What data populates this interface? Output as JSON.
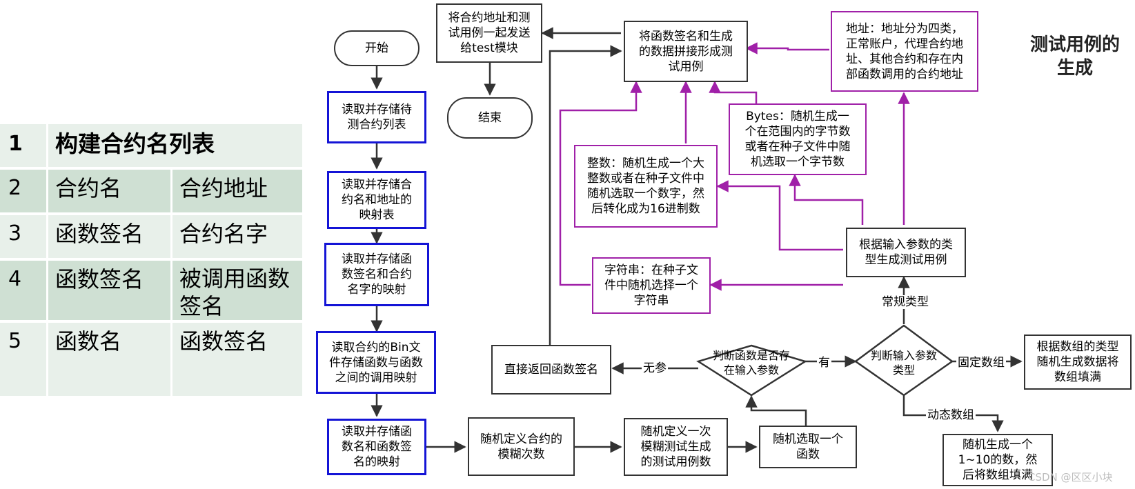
{
  "table": {
    "header": {
      "num": "1",
      "title": "构建合约名列表"
    },
    "rows": [
      {
        "num": "2",
        "a": "合约名",
        "b": "合约地址"
      },
      {
        "num": "3",
        "a": "函数签名",
        "b": "合约名字"
      },
      {
        "num": "4",
        "a": "函数签名",
        "b": "被调用函数签名"
      },
      {
        "num": "5",
        "a": "函数名",
        "b": "函数签名"
      }
    ],
    "colors": {
      "light": "#e8f0ea",
      "dark": "#cfe0d3"
    }
  },
  "flow": {
    "start": "开始",
    "end": "结束",
    "step1": "读取并存储待\n测合约列表",
    "step2": "读取并存储合\n约名和地址的\n映射表",
    "step3": "读取并存储函\n数签名和合约\n名字的映射",
    "step4": "读取合约的Bin文\n件存储函数与函数\n之间的调用映射",
    "step5": "读取并存储函\n数名和函数签\n名的映射",
    "fuzz_times": "随机定义合约的\n模糊次数",
    "testcase_count": "随机定义一次\n模糊测试生成\n的测试用例数",
    "pick_function": "随机选取一个\n函数",
    "has_params": "判断函数是否存\n在输入参数",
    "direct_return": "直接返回函数签名",
    "param_type": "判断输入参数\n类型",
    "array_fixed": "根据数组的类型\n随机生成数据将\n数组填满",
    "array_dynamic": "随机生成一个\n1~10的数，然\n后将数组填满",
    "gen_by_type": "根据输入参数的类\n型生成测试用例",
    "string_gen": "字符串：在种子文\n件中随机选择一个\n字符串",
    "integer_gen": "整数：随机生成一个大\n整数或者在种子文件中\n随机选取一个数字，然\n后转化成为16进制数",
    "bytes_gen": "Bytes：随机生成一\n个在范围内的字节数\n或者在种子文件中随\n机选取一个字节数",
    "address_gen": "地址：地址分为四类，\n正常账户，代理合约地\n址、其他合约和存在内\n部函数调用的合约地址",
    "concat": "将函数签名和生成\n的数据拼接形成测\n试用例",
    "send": "将合约地址和测\n试用例一起发送\n给test模块"
  },
  "edge_labels": {
    "no_params": "无参",
    "has": "有",
    "regular": "常规类型",
    "fixed_array": "固定数组",
    "dynamic_array": "动态数组"
  },
  "corner_title": "测试用例的\n生成",
  "watermark": "CSDN @区区小块",
  "colors": {
    "blue_border": "#1414d6",
    "purple_border": "#a020a8",
    "black_border": "#333333"
  }
}
